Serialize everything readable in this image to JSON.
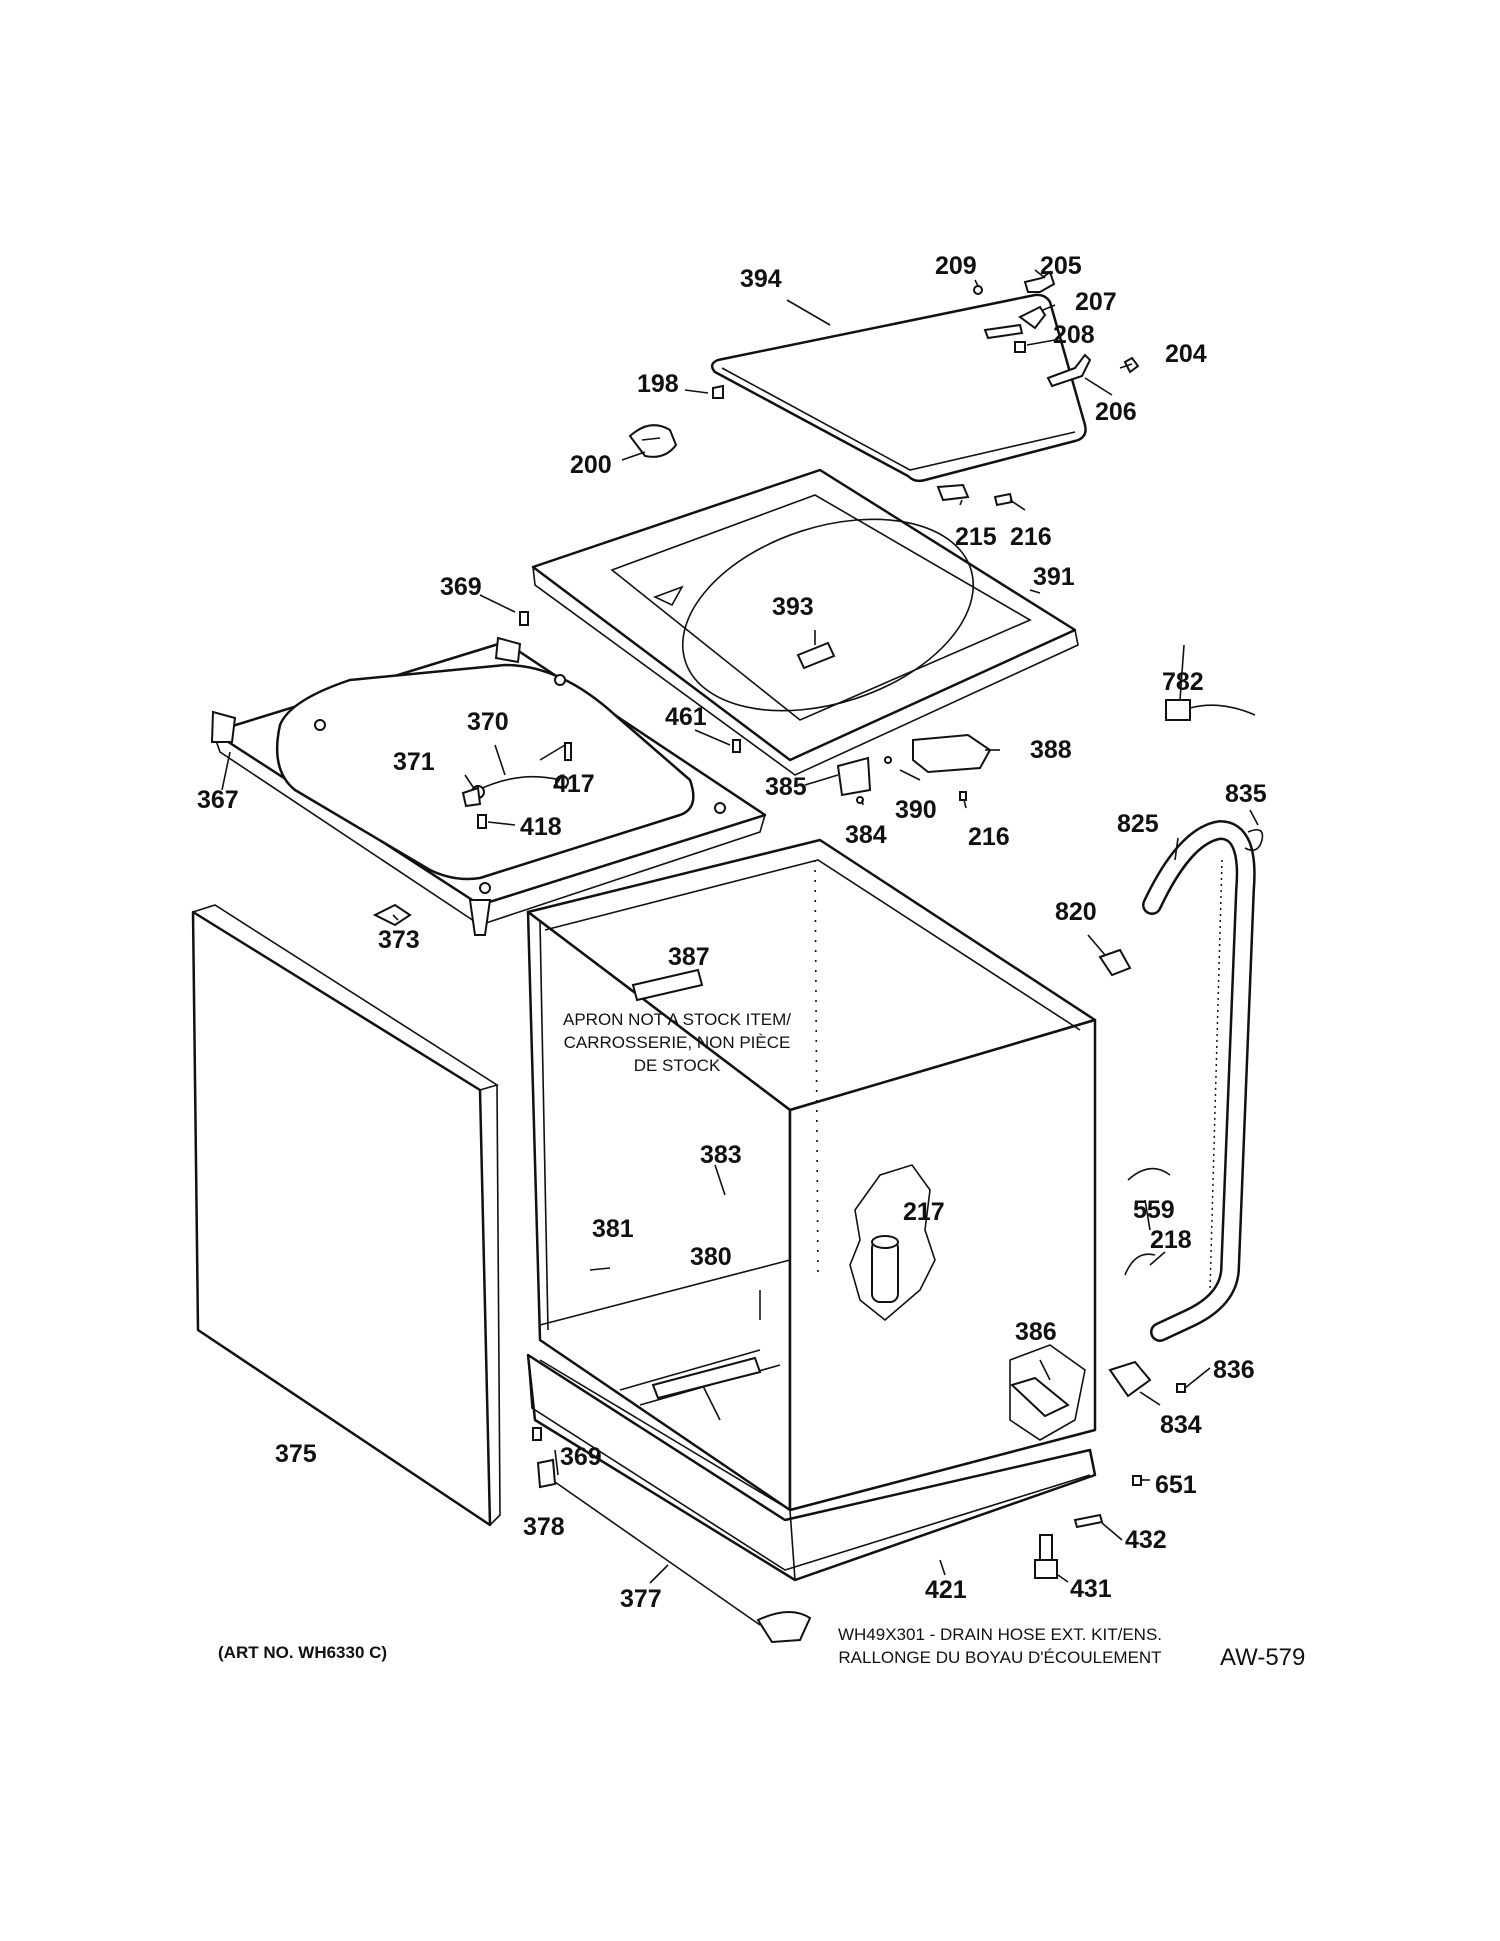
{
  "diagram": {
    "labels": {
      "p394": "394",
      "p209": "209",
      "p205": "205",
      "p207": "207",
      "p208": "208",
      "p204": "204",
      "p206": "206",
      "p198": "198",
      "p200": "200",
      "p215": "215",
      "p216a": "216",
      "p391": "391",
      "p393": "393",
      "p369a": "369",
      "p782": "782",
      "p370": "370",
      "p461": "461",
      "p388": "388",
      "p371": "371",
      "p417": "417",
      "p385": "385",
      "p390": "390",
      "p835": "835",
      "p367": "367",
      "p418": "418",
      "p384": "384",
      "p216b": "216",
      "p825": "825",
      "p820": "820",
      "p373": "373",
      "p387": "387",
      "p383": "383",
      "p559": "559",
      "p217": "217",
      "p218": "218",
      "p381": "381",
      "p380": "380",
      "p386": "386",
      "p836": "836",
      "p834": "834",
      "p375": "375",
      "p369b": "369",
      "p651": "651",
      "p378": "378",
      "p432": "432",
      "p431": "431",
      "p377": "377",
      "p421": "421"
    },
    "notes": {
      "apron_line1": "APRON NOT A STOCK ITEM/",
      "apron_line2": "CARROSSERIE, NON PIÈCE",
      "apron_line3": "DE STOCK",
      "art_no": "(ART NO. WH6330 C)",
      "drain_kit_line1": "WH49X301 - DRAIN HOSE EXT. KIT/ENS.",
      "drain_kit_line2": "RALLONGE DU BOYAU D'ÉCOULEMENT",
      "diagram_code": "AW-579"
    }
  }
}
